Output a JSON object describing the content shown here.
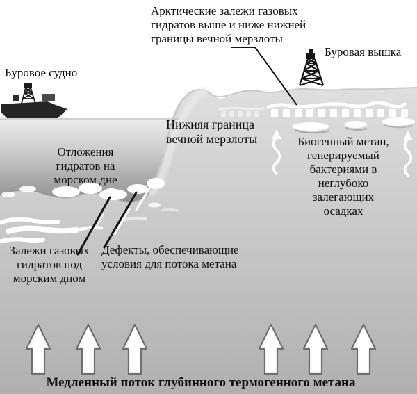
{
  "diagram": {
    "title": "Арктические залежи газовых\nгидратов выше и ниже нижней\nграницы вечной мерзлоты",
    "labels": {
      "drill_rig": "Буровая вышка",
      "drill_ship": "Буровое судно",
      "permafrost_boundary": "Нижняя граница\nвечной мерзлоты",
      "seafloor_hydrates": "Отложения\nгидратов на\nморском дне",
      "biogenic_methane": "Биогенный метан,\nгенерируемый\nбактериями в\nнеглубоко\nзалегающих\nосадках",
      "subseafloor_hydrates": "Залежи газовых\nгидратов под\nморским дном",
      "defects": "Дефекты, обеспечивающие\nусловия для потока метана",
      "thermogenic_flow": "Медленный поток глубинного термогенного метана"
    },
    "icons": [
      "drill-ship-icon",
      "drill-rig-icon",
      "upward-flow-arrow-icon",
      "methane-seep-arrow-icon"
    ],
    "colors": {
      "ink": "#141414",
      "sky": "#ffffff",
      "water_top": "#ededed",
      "water_deep": "#8e8e8e",
      "ground_top": "#e0e0e0",
      "ground_bottom": "#b0b0b0",
      "hydrate_deposit": "#ffffff",
      "arrow_fill": "#ffffff",
      "arrow_outline": "#6e6e6e"
    }
  }
}
